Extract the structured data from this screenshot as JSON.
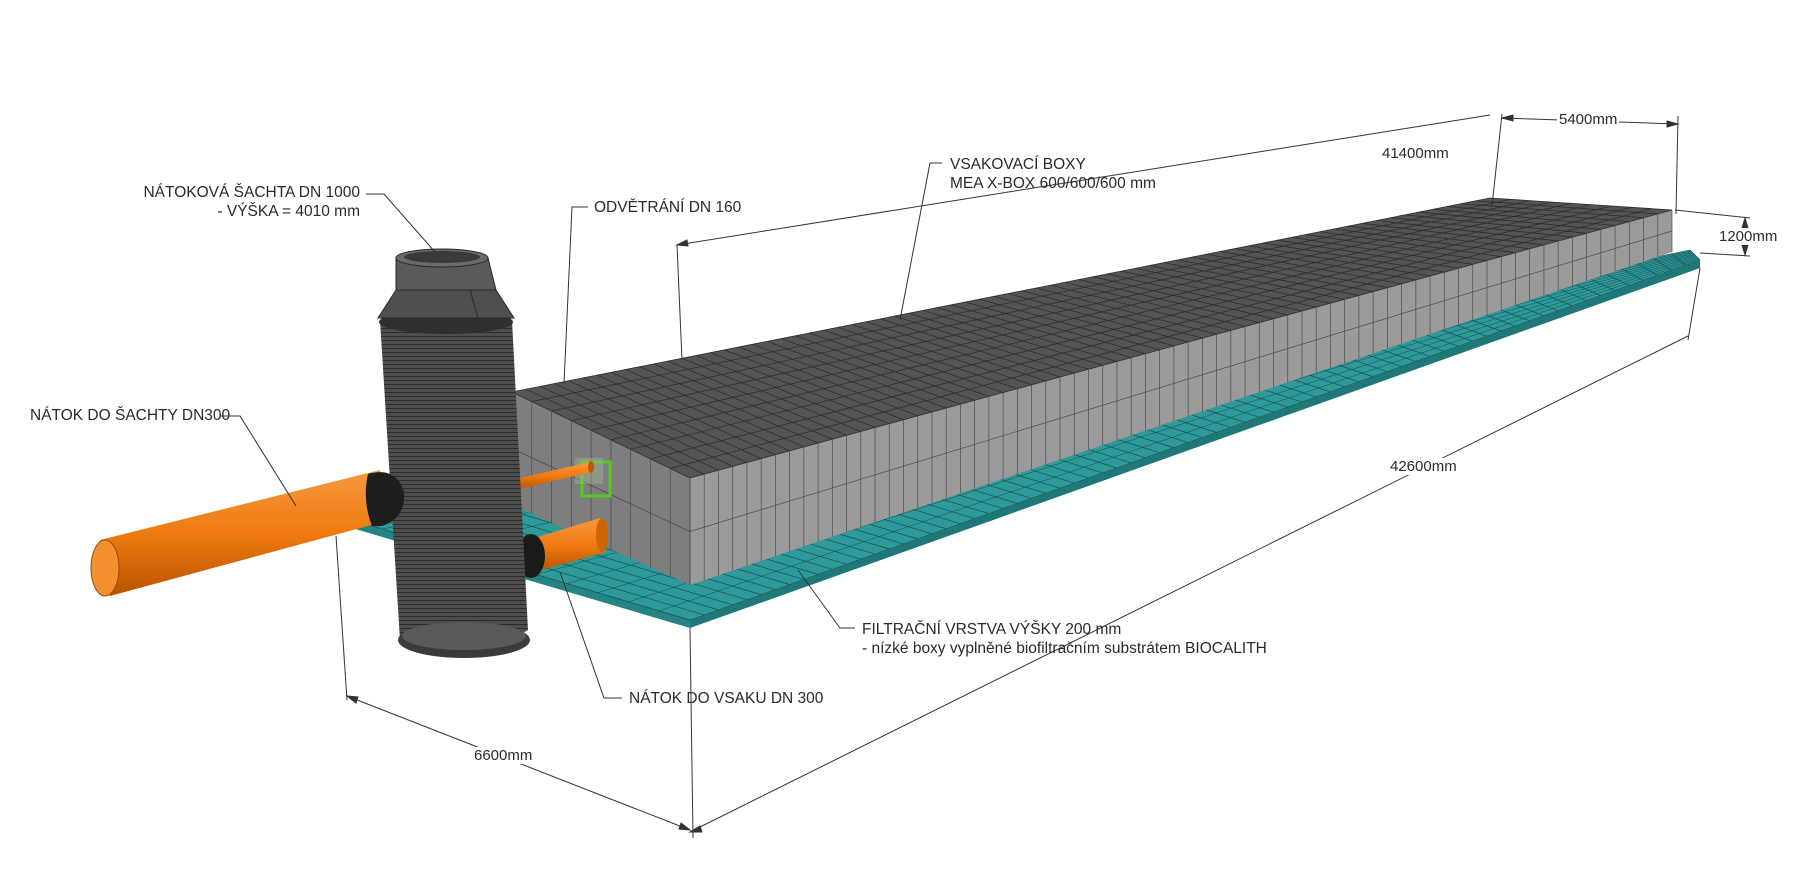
{
  "labels": {
    "inlet_shaft": {
      "line1": "NÁTOKOVÁ ŠACHTA DN 1000",
      "line2": "- VÝŠKA = 4010 mm"
    },
    "ventilation": "ODVĚTRÁNÍ DN 160",
    "infiltration_boxes": {
      "line1": "VSAKOVACÍ BOXY",
      "line2": "MEA X-BOX 600/600/600 mm"
    },
    "shaft_inlet": "NÁTOK DO ŠACHTY DN300",
    "infiltration_inlet": "NÁTOK DO VSAKU DN 300",
    "filter_layer": {
      "line1": "FILTRAČNÍ VRSTVA VÝŠKY 200 mm",
      "line2": "- nízké boxy vyplněné biofiltračním substrátem BIOCALITH"
    }
  },
  "dimensions": {
    "box_length": "41400mm",
    "box_width": "5400mm",
    "box_height": "1200mm",
    "filter_length": "42600mm",
    "filter_width": "6600mm"
  },
  "colors": {
    "box_top": "#555555",
    "box_side": "#9a9a9a",
    "box_front": "#7e7e7e",
    "box_grid": "#2e2e2e",
    "filter_layer": "#2f9a9a",
    "pipe": "#f07a10",
    "shaft": "#4a4a4a"
  }
}
